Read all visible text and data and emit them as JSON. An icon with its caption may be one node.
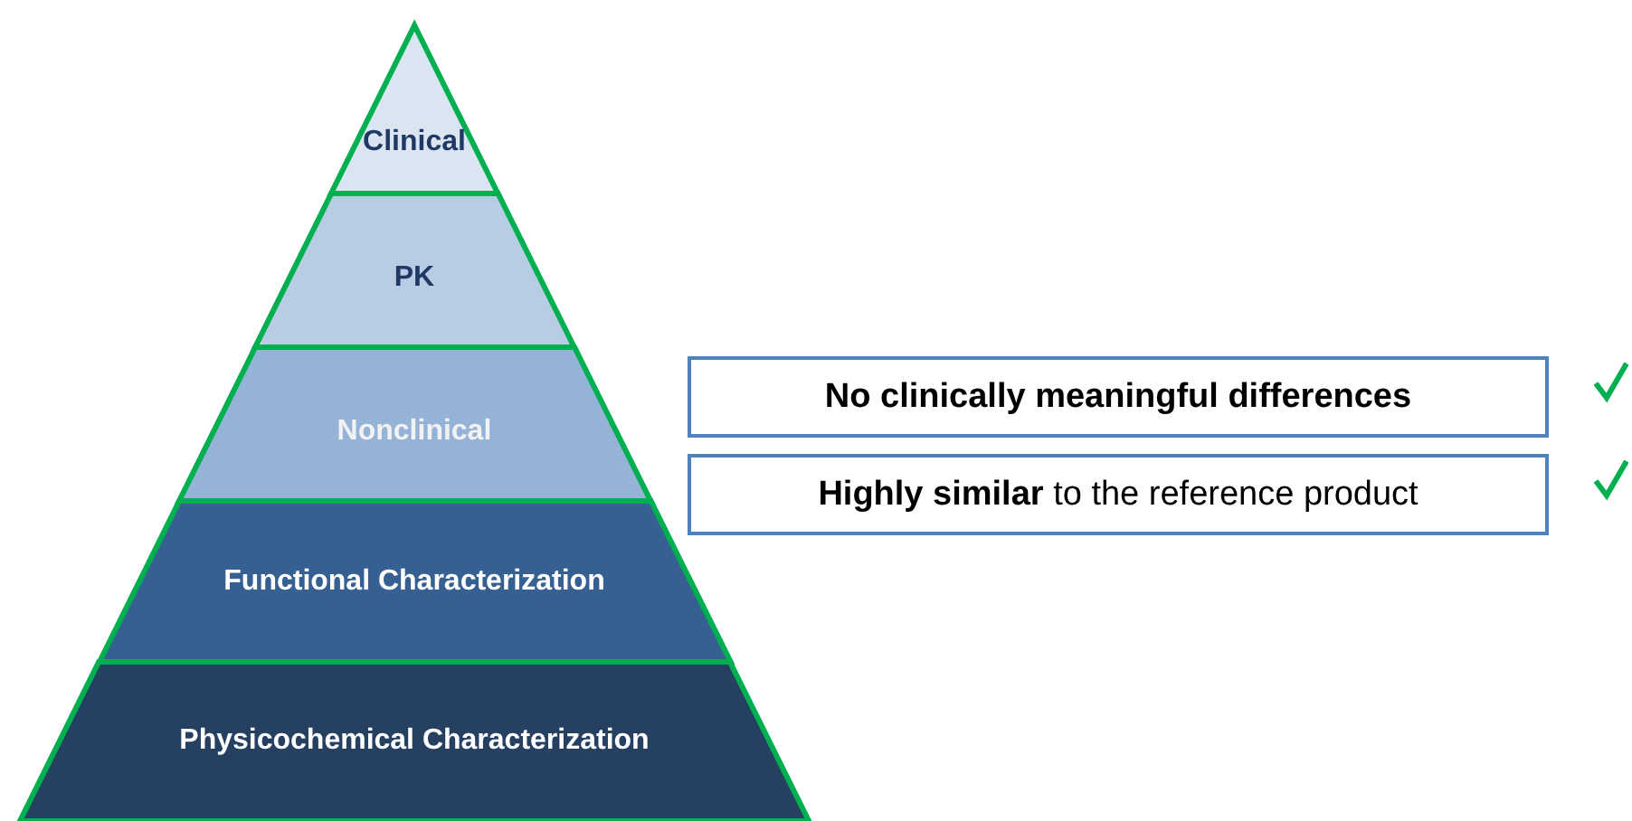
{
  "diagram": {
    "nodes": [
      {
        "text": [
          "Clinical"
        ]
      },
      {
        "text": [
          "PK"
        ]
      },
      {
        "text": [
          "Nonclinical"
        ]
      },
      {
        "text": [
          "Functional Characterization"
        ]
      },
      {
        "text": [
          "Physicochemical Characterization"
        ]
      },
      {
        "text": [
          "No clinically meaningful differences"
        ]
      },
      {
        "text": [
          "**Highly similar** to the reference product"
        ]
      }
    ],
    "edges": []
  }
}
